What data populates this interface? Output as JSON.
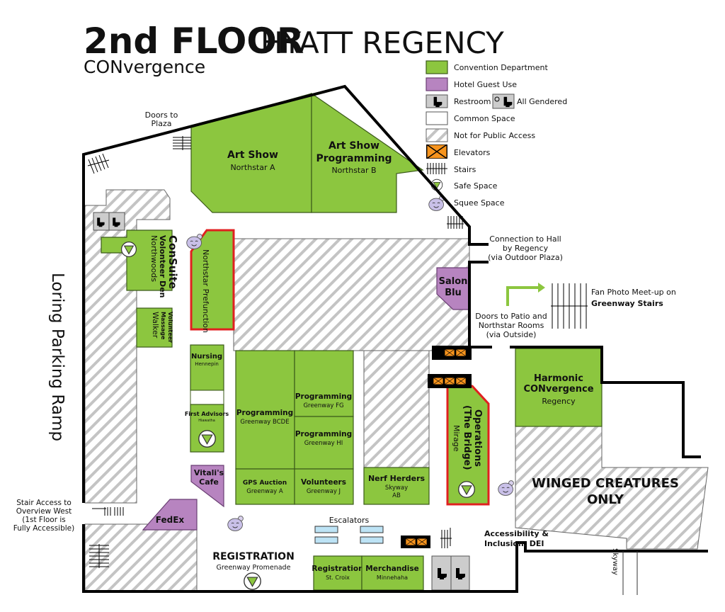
{
  "title": {
    "bold": "2nd FLOOR",
    "rest": "HYATT REGENCY"
  },
  "subtitle": "CONvergence",
  "colors": {
    "convention": "#8cc63f",
    "hotel": "#b784c0",
    "elevator": "#f7941d",
    "safe": "#8cc63f",
    "red_outline": "#e02020"
  },
  "legend": {
    "convention": "Convention Department",
    "hotel": "Hotel Guest Use",
    "restroom": "Restroom",
    "all_gendered": "All Gendered",
    "common": "Common Space",
    "no_access": "Not for Public Access",
    "elevators": "Elevators",
    "stairs": "Stairs",
    "safe": "Safe Space",
    "squee": "Squee Space"
  },
  "rooms": {
    "art_show": {
      "name": "Art Show",
      "sub": "Northstar A"
    },
    "art_show_prog": {
      "name": [
        "Art Show",
        "Programming"
      ],
      "sub": "Northstar B"
    },
    "consuite": {
      "name": "ConSuite",
      "name2": "Volonteer Den",
      "sub": "Northwoods"
    },
    "massage": {
      "name": [
        "Volunteer",
        "Massage"
      ],
      "sub": "Walker"
    },
    "prefunction": {
      "name": "Northstar Prefunction"
    },
    "salon_blu": {
      "name": [
        "Salon",
        "Blu"
      ]
    },
    "nursing": {
      "name": "Nursing",
      "sub": "Hennepin"
    },
    "first_advisors": {
      "name": "First Advisors",
      "sub": "Hiawatha"
    },
    "vitalis": {
      "name": [
        "Vitali's",
        "Cafe"
      ]
    },
    "prog_bcde": {
      "name": "Programming",
      "sub": "Greenway BCDE"
    },
    "prog_fg": {
      "name": "Programming",
      "sub": "Greenway FG"
    },
    "prog_hi": {
      "name": "Programming",
      "sub": "Greenway HI"
    },
    "gps": {
      "name": "GPS Auction",
      "sub": "Greenway A"
    },
    "volunteers": {
      "name": "Volunteers",
      "sub": "Greenway J"
    },
    "nerf": {
      "name": "Nerf Herders",
      "sub": [
        "Skyway",
        "AB"
      ]
    },
    "operations": {
      "name": [
        "Operations",
        "(The Bridge)"
      ],
      "sub": "Mirage"
    },
    "harmonic": {
      "name": [
        "Harmonic",
        "CONvergence"
      ],
      "sub": "Regency"
    },
    "winged": {
      "name": [
        "WINGED CREATURES",
        "ONLY"
      ]
    },
    "fedex": {
      "name": "FedEx"
    },
    "registration_area": {
      "name": "REGISTRATION",
      "sub": "Greenway Promenade"
    },
    "registration": {
      "name": "Registration",
      "sub": "St. Croix"
    },
    "merch": {
      "name": "Merchandise",
      "sub": "Minnehaha"
    }
  },
  "labels": {
    "doors_plaza": [
      "Doors to",
      "Plaza"
    ],
    "loring": "Loring Parking Ramp",
    "connection": [
      "Connection to Hall",
      "by Regency",
      "(via Outdoor Plaza)"
    ],
    "doors_patio": [
      "Doors to Patio and",
      "Northstar Rooms",
      "(via Outside)"
    ],
    "fan_photo": [
      "Fan Photo Meet-up on",
      "Greenway Stairs"
    ],
    "stair_access": [
      "Stair Access to",
      "Overview West",
      "(1st Floor is",
      "Fully Accessible)"
    ],
    "escalators": "Escalators",
    "accessibility": [
      "Accessibility &",
      "Inclusion, DEI"
    ],
    "skyway": "Skyway"
  }
}
